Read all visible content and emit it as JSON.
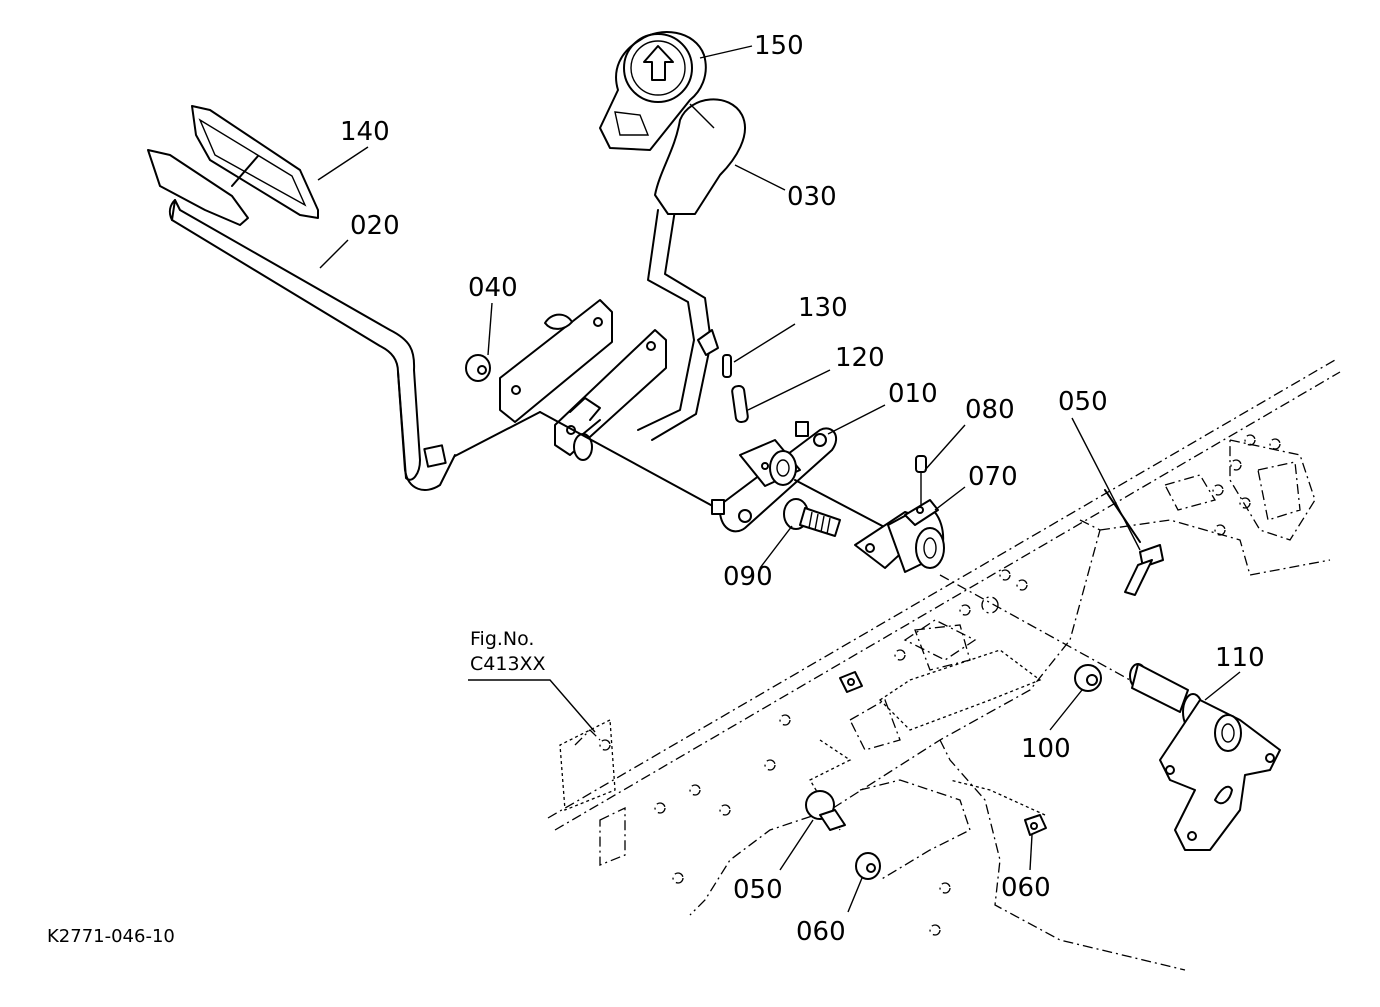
{
  "labels": {
    "p010": "010",
    "p020": "020",
    "p030": "030",
    "p040": "040",
    "p050a": "050",
    "p050b": "050",
    "p060a": "060",
    "p060b": "060",
    "p070": "070",
    "p080": "080",
    "p090": "090",
    "p100": "100",
    "p110": "110",
    "p120": "120",
    "p130": "130",
    "p140": "140",
    "p150": "150"
  },
  "figure_ref": {
    "line1": "Fig.No.",
    "line2": "C413XX"
  },
  "drawing_code": "K2771-046-10"
}
